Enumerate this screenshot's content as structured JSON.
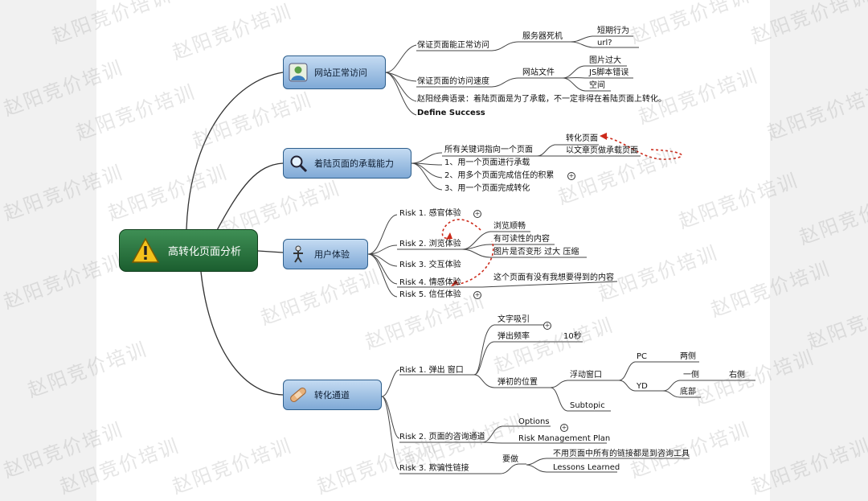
{
  "watermark": "赵阳竞价培训",
  "central": {
    "label": "高转化页面分析",
    "icon": "warning-icon"
  },
  "topics": [
    {
      "label": "网站正常访问",
      "icon": "user-icon"
    },
    {
      "label": "着陆页面的承载能力",
      "icon": "magnifier-icon"
    },
    {
      "label": "用户体验",
      "icon": "figure-icon"
    },
    {
      "label": "转化通道",
      "icon": "bandage-icon"
    }
  ],
  "t1": {
    "s1": "保证页面能正常访问",
    "s1a": "服务器死机",
    "s1a1": "短期行为",
    "s1a2": "url?",
    "s2": "保证页面的访问速度",
    "s2a": "网站文件",
    "s2a1": "图片过大",
    "s2a2": "JS脚本错误",
    "s2a3": "空间",
    "s3": "赵阳经典语录：着陆页面是为了承载，不一定非得在着陆页面上转化。",
    "s4": "Define Success"
  },
  "t2": {
    "s1": "所有关键词指向一个页面",
    "s2": "1、用一个页面进行承载",
    "s3": "2、用多个页面完成信任的积累",
    "s4": "3、用一个页面完成转化",
    "r1": "转化页面",
    "r2": "以文章页做承载页面"
  },
  "t3": {
    "r1": "Risk 1. 感官体验",
    "r2": "Risk 2. 浏览体验",
    "r3": "Risk 3. 交互体验",
    "r4": "Risk 4. 情感体验",
    "r5": "Risk 5. 信任体验",
    "d1": "浏览顺畅",
    "d2": "有可读性的内容",
    "d3": "图片是否变形  过大  压缩",
    "d4": "这个页面有没有我想要得到的内容"
  },
  "t4": {
    "r1": "Risk 1. 弹出 窗口",
    "r1a": "文字吸引",
    "r1b": "弹出频率",
    "r1b1": "10秒",
    "r1c": "弹初的位置",
    "r1c1": "浮动窗口",
    "pc": "PC",
    "pc1": "两侧",
    "yd": "YD",
    "yd1": "一侧",
    "yd1a": "右侧",
    "yd2": "底部",
    "r1c2": "Subtopic",
    "r2": "Risk 2. 页面的咨询通道",
    "r2a": "Options",
    "r2b": "Risk Management Plan",
    "r3": "Risk 3. 欺骗性链接",
    "r3a": "要做",
    "r3a1": "不用页面中所有的链接都是到咨询工具",
    "r3a2": "Lessons Learned"
  }
}
